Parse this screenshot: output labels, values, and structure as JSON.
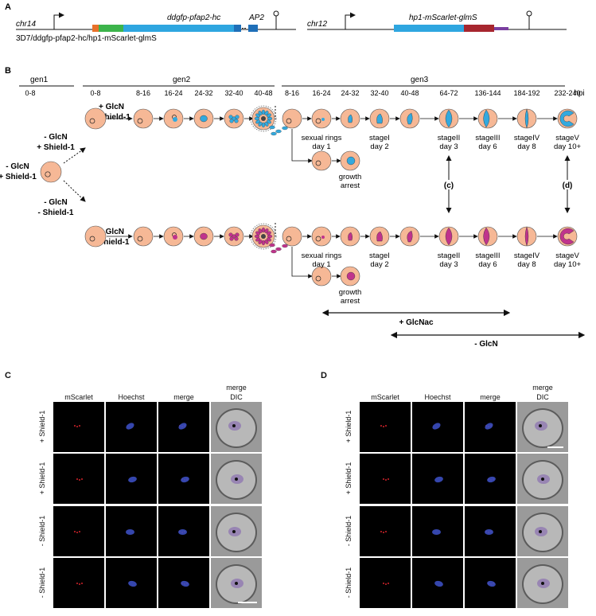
{
  "panel_a": {
    "letter": "A",
    "chr14": "chr14",
    "chr12": "chr12",
    "gene1": "ddgfp-pfap2-hc",
    "gene_ap2": "AP2",
    "gene2": "hp1-mScarlet-glmS",
    "strain": "3D7/ddgfp-pfap2-hc/hp1-mScarlet-glmS"
  },
  "panel_b": {
    "letter": "B",
    "gen1": "gen1",
    "gen2": "gen2",
    "gen3": "gen3",
    "hpi": "hpi",
    "timepoints": [
      "0-8",
      "0-8",
      "8-16",
      "16-24",
      "24-32",
      "32-40",
      "40-48",
      "8-16",
      "16-24",
      "24-32",
      "32-40",
      "40-48",
      "64-72",
      "136-144",
      "184-192",
      "232-240"
    ],
    "cond_start": [
      "- GlcN",
      "+ Shield-1"
    ],
    "cond_up_mid": [
      "- GlcN",
      "+ Shield-1"
    ],
    "cond_dn_mid": [
      "- GlcN",
      "- Shield-1"
    ],
    "cond_up_top": [
      "+ GlcN",
      "+ Shield-1"
    ],
    "cond_dn_top": [
      "+ GlcN",
      "- Shield-1"
    ],
    "stage_labels": [
      [
        "sexual rings",
        "day 1"
      ],
      [
        "stageI",
        "day 2"
      ],
      [
        "stageII",
        "day 3"
      ],
      [
        "stageIII",
        "day 6"
      ],
      [
        "stageIV",
        "day 8"
      ],
      [
        "stageV",
        "day 10+"
      ]
    ],
    "growth_arrest": [
      "growth",
      "arrest"
    ],
    "marker_c": "(c)",
    "marker_d": "(d)",
    "glcnac": "+ GlcNac",
    "minus_glcn": "- GlcN",
    "colors": {
      "cell": "#f6b896",
      "cyan": "#33a9de",
      "magenta": "#c0338c"
    }
  },
  "panel_c": {
    "letter": "C",
    "columns": [
      "mScarlet",
      "Hoechst",
      "merge",
      "merge",
      "DIC"
    ],
    "rows": [
      "+ Shield-1",
      "+ Shield-1",
      "- Shield-1",
      "- Shield-1"
    ]
  },
  "panel_d": {
    "letter": "D",
    "columns": [
      "mScarlet",
      "Hoechst",
      "merge",
      "merge",
      "DIC"
    ],
    "rows": [
      "+ Shield-1",
      "+ Shield-1",
      "- Shield-1",
      "- Shield-1"
    ]
  }
}
